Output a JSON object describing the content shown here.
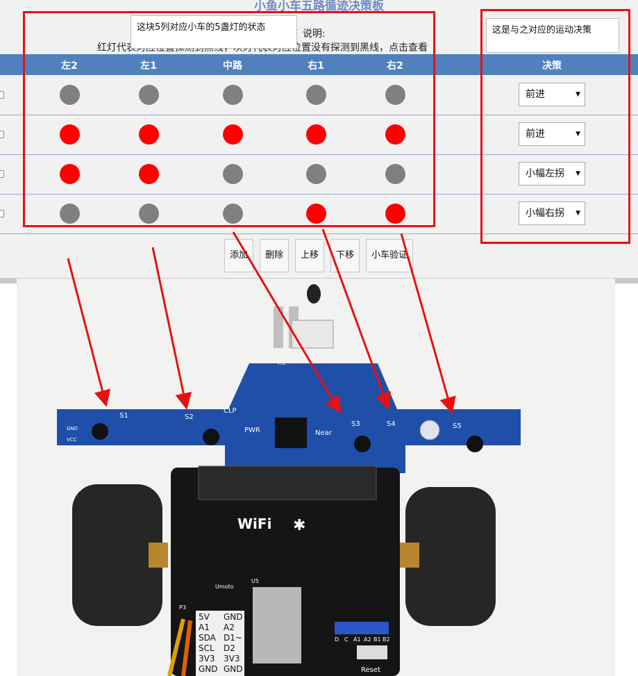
{
  "page": {
    "title": "小鱼小车五路循迹决策板",
    "desc_label": "说明:",
    "desc_text": "红灯代表对应位置探测到黑线，灰灯代表对应位置没有探测到黑线，点击查看"
  },
  "annotations": {
    "lights_note": "这块5列对应小车的5盏灯的状态",
    "decision_note": "这是与之对应的运动决策"
  },
  "table": {
    "headers": [
      "左2",
      "左1",
      "中路",
      "右1",
      "右2"
    ],
    "decision_header": "决策",
    "rows": [
      {
        "lights": [
          false,
          false,
          false,
          false,
          false
        ],
        "decision": "前进"
      },
      {
        "lights": [
          true,
          true,
          true,
          true,
          true
        ],
        "decision": "前进"
      },
      {
        "lights": [
          true,
          true,
          false,
          false,
          false
        ],
        "decision": "小幅左拐"
      },
      {
        "lights": [
          false,
          false,
          false,
          true,
          true
        ],
        "decision": "小幅右拐"
      }
    ],
    "light_colors": {
      "on": "#ff0000",
      "off": "#808080"
    }
  },
  "buttons": {
    "add": "添加",
    "delete": "删除",
    "move_up": "上移",
    "move_down": "下移",
    "verify": "小车验证"
  },
  "photo": {
    "sensor_labels": [
      "S1",
      "S2",
      "S3",
      "S4",
      "S5"
    ],
    "board_text": {
      "wifi": "WiFi",
      "clp": "CLP",
      "pwr": "PWR",
      "near": "Near",
      "hs": "HS",
      "gnd": "GND",
      "vcc": "VCC",
      "umoto": "Umoto",
      "u5": "U5",
      "p3": "P3",
      "reset": "Reset",
      "pins_left": [
        "5V",
        "A1",
        "SDA",
        "SCL",
        "3V3",
        "GND"
      ],
      "pins_right": [
        "GND",
        "A2",
        "D1~",
        "D2",
        "3V3",
        "GND"
      ],
      "header_pins": [
        "D",
        "C",
        "A1",
        "A2",
        "B1",
        "B2"
      ]
    }
  }
}
